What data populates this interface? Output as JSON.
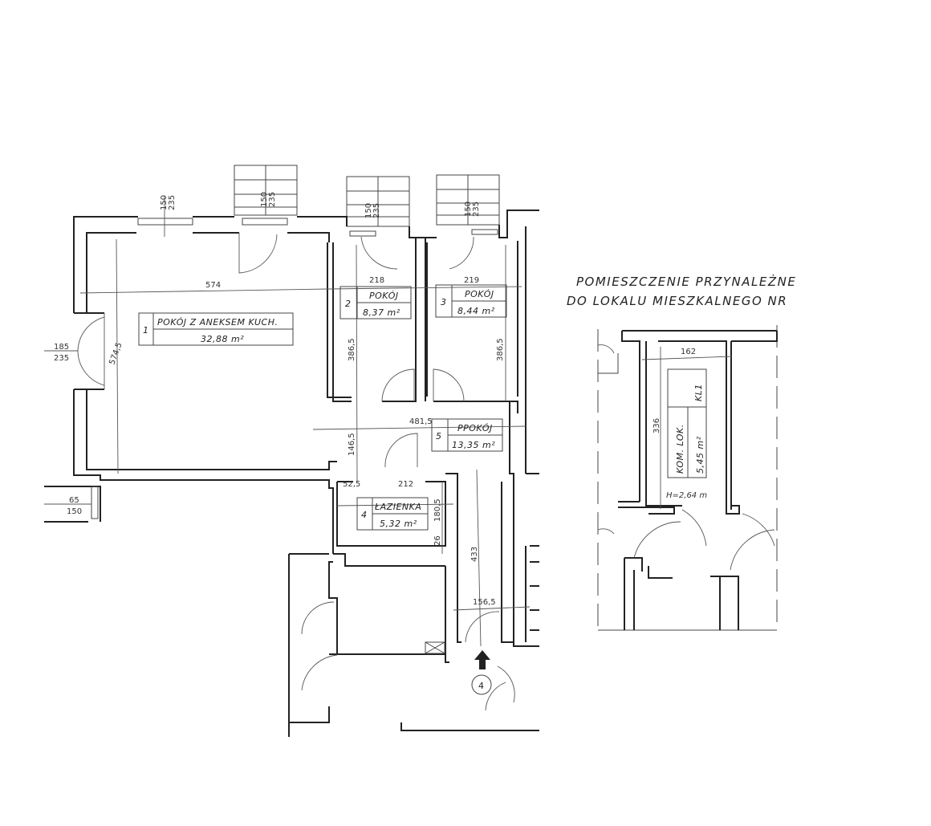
{
  "title": {
    "line1": "POMIESZCZENIE PRZYNALEŻNE",
    "line2": "DO LOKALU MIESZKALNEGO NR"
  },
  "rooms": [
    {
      "no": "1",
      "name": "POKÓJ Z ANEKSEM KUCH.",
      "area": "32,88 m²"
    },
    {
      "no": "2",
      "name": "POKÓJ",
      "area": "8,37 m²"
    },
    {
      "no": "3",
      "name": "POKÓJ",
      "area": "8,44 m²"
    },
    {
      "no": "4",
      "name": "ŁAZIENKA",
      "area": "5,32 m²"
    },
    {
      "no": "5",
      "name": "PPOKÓJ",
      "area": "13,35 m²"
    }
  ],
  "storage": {
    "code": "KL1",
    "name": "KOM. LOK.",
    "area": "5,45 m²",
    "height": "H=2,64 m",
    "width_dim": "162",
    "length_dim": "336"
  },
  "dimensions": {
    "d574": "574",
    "d218": "218",
    "d219": "219",
    "d3865a": "386,5",
    "d3865b": "386,5",
    "d5745": "574,5",
    "d4815": "481,5",
    "d1465": "146,5",
    "d525": "52,5",
    "d212": "212",
    "d1805": "180,5",
    "d26": "26",
    "d433": "433",
    "d1565": "156,5",
    "win1_top": "150",
    "win1_bot": "235",
    "door1_top": "150",
    "door1_bot": "235",
    "win2_top": "150",
    "win2_bot": "235",
    "win3_top": "150",
    "win3_bot": "235",
    "left_door_top": "185",
    "left_door_bot": "235",
    "left_win_top": "65",
    "left_win_bot": "150"
  },
  "entrance_marker": "4"
}
